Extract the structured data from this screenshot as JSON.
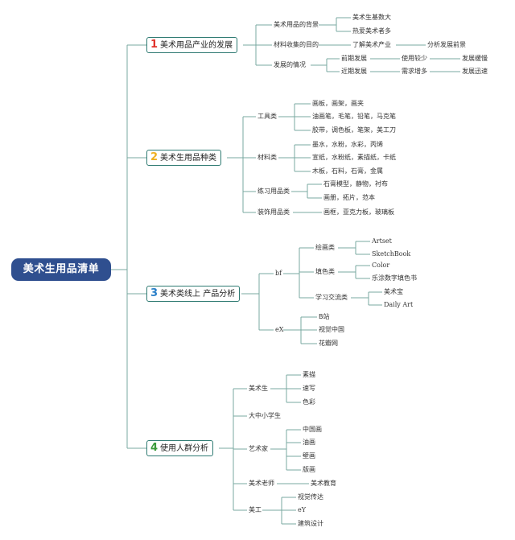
{
  "root": "美术生用品清单",
  "categories": [
    {
      "num": "1",
      "label": "美术用品产业的发展",
      "num_color": "#e0322b",
      "children": [
        {
          "label": "美术用品的背景",
          "children": [
            {
              "label": "美术生基数大"
            },
            {
              "label": "热爱美术者多"
            }
          ]
        },
        {
          "label": "材料收集的目的",
          "children": [
            {
              "label": "了解美术产业",
              "children": [
                {
                  "label": "分析发展前景"
                }
              ]
            }
          ]
        },
        {
          "label": "发展的情况",
          "children": [
            {
              "label": "前期发展",
              "children": [
                {
                  "label": "使用较少",
                  "children": [
                    {
                      "label": "发展缓慢"
                    }
                  ]
                }
              ]
            },
            {
              "label": "近期发展",
              "children": [
                {
                  "label": "需求增多",
                  "children": [
                    {
                      "label": "发展迅速"
                    }
                  ]
                }
              ]
            }
          ]
        }
      ]
    },
    {
      "num": "2",
      "label": "美术生用品种类",
      "num_color": "#f0b020",
      "children": [
        {
          "label": "工具类",
          "children": [
            {
              "label": "画板，画架，画夹"
            },
            {
              "label": "油画笔，毛笔，铅笔，马克笔"
            },
            {
              "label": "胶带，调色板，笔架，美工刀"
            }
          ]
        },
        {
          "label": "材料类",
          "children": [
            {
              "label": "墨水，水粉，水彩，丙烯"
            },
            {
              "label": "宣纸，水粉纸，素描纸，卡纸"
            },
            {
              "label": "木板，石料，石膏，金属"
            }
          ]
        },
        {
          "label": "练习用品类",
          "children": [
            {
              "label": "石膏模型，静物，衬布"
            },
            {
              "label": "画册，拓片，范本"
            }
          ]
        },
        {
          "label": "装饰用品类",
          "children": [
            {
              "label": "画框，亚克力板，玻璃板"
            }
          ]
        }
      ]
    },
    {
      "num": "3",
      "label": "美术类线上 产品分析",
      "num_color": "#2a7fc8",
      "children": [
        {
          "label": "bf",
          "children": [
            {
              "label": "绘画类",
              "children": [
                {
                  "label": "Artset"
                },
                {
                  "label": "SketchBook"
                }
              ]
            },
            {
              "label": "填色类",
              "children": [
                {
                  "label": "Color"
                },
                {
                  "label": "乐涂数字填色书"
                }
              ]
            },
            {
              "label": "学习交流类",
              "children": [
                {
                  "label": "美术宝"
                },
                {
                  "label": "Daily Art"
                }
              ]
            }
          ]
        },
        {
          "label": "eX",
          "children": [
            {
              "label": "B站"
            },
            {
              "label": "视觉中国"
            },
            {
              "label": "花瓣网"
            }
          ]
        }
      ]
    },
    {
      "num": "4",
      "label": "使用人群分析",
      "num_color": "#3a9a3a",
      "children": [
        {
          "label": "美术生",
          "children": [
            {
              "label": "素描"
            },
            {
              "label": "速写"
            },
            {
              "label": "色彩"
            }
          ]
        },
        {
          "label": "大中小学生"
        },
        {
          "label": "艺术家",
          "children": [
            {
              "label": "中国画"
            },
            {
              "label": "油画"
            },
            {
              "label": "壁画"
            },
            {
              "label": "版画"
            }
          ]
        },
        {
          "label": "美术老师",
          "children": [
            {
              "label": "美术教育"
            }
          ]
        },
        {
          "label": "美工",
          "children": [
            {
              "label": "视觉传达"
            },
            {
              "label": "eY"
            },
            {
              "label": "建筑设计"
            }
          ]
        }
      ]
    }
  ],
  "colors": {
    "line": "#7aa9a0",
    "root_bg": "#2f4f8f",
    "cat_border": "#2e7a72"
  }
}
